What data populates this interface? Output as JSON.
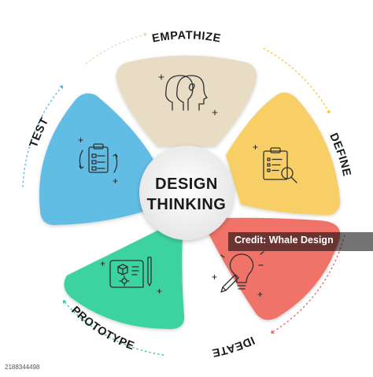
{
  "diagram": {
    "center": {
      "line1": "DESIGN",
      "line2": "THINKING"
    },
    "stages": [
      {
        "label": "EMPATHIZE",
        "color": "#e9dcc4",
        "icon": "head-heart-icon"
      },
      {
        "label": "DEFINE",
        "color": "#f8cf66",
        "icon": "clipboard-magnifier-icon"
      },
      {
        "label": "IDEATE",
        "color": "#f0736b",
        "icon": "lightbulb-pencil-icon"
      },
      {
        "label": "PROTOTYPE",
        "color": "#3ed3a1",
        "icon": "blueprint-pencil-gear-icon"
      },
      {
        "label": "TEST",
        "color": "#62bde4",
        "icon": "clipboard-cycle-icon"
      }
    ],
    "arrow_colors": [
      "#e8d9b8",
      "#f5c842",
      "#f06a62",
      "#3cc99a",
      "#5cb8e4"
    ]
  },
  "watermark": {
    "text": "Credit: Whale Design",
    "stock_id": "2188344498"
  }
}
